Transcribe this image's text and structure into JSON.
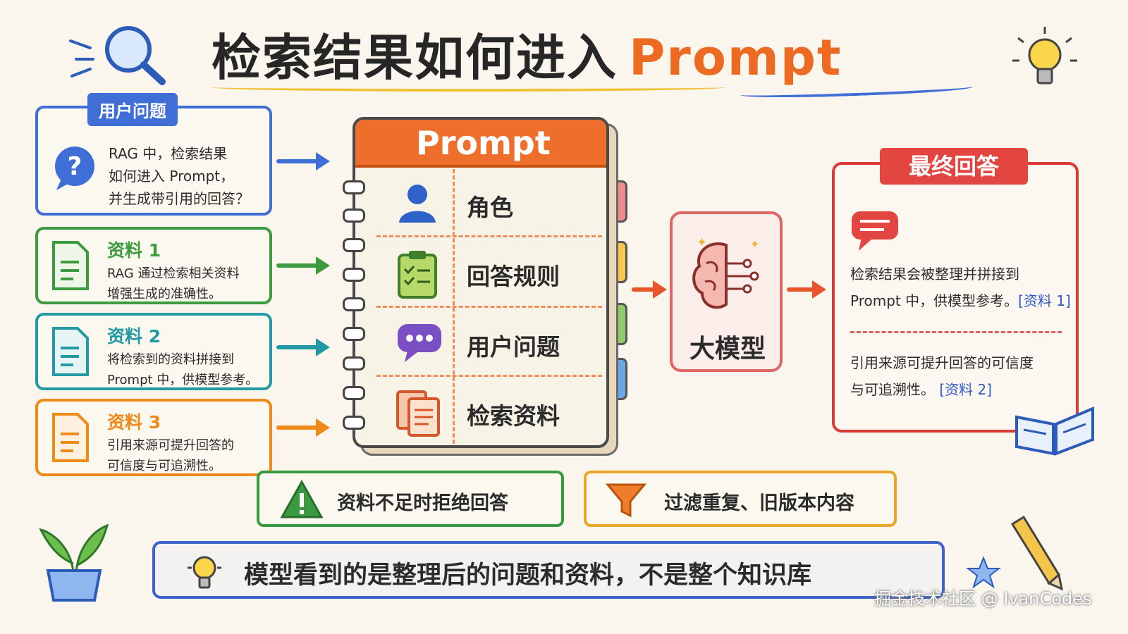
{
  "title": {
    "main": "检索结果如何进入",
    "accent": "Prompt"
  },
  "question_card": {
    "tag": "用户问题",
    "lines": [
      "RAG 中，检索结果",
      "如何进入 Prompt，",
      "并生成带引用的回答？"
    ],
    "color": "#3f6ed6"
  },
  "sources": [
    {
      "title": "资料 1",
      "lines": [
        "RAG 通过检索相关资料",
        "增强生成的准确性。"
      ],
      "color": "#3c9b3f"
    },
    {
      "title": "资料 2",
      "lines": [
        "将检索到的资料拼接到",
        "Prompt 中，供模型参考。"
      ],
      "color": "#239aa3"
    },
    {
      "title": "资料 3",
      "lines": [
        "引用来源可提升回答的",
        "可信度与可追溯性。"
      ],
      "color": "#ef8a1a"
    }
  ],
  "notebook": {
    "header": "Prompt",
    "items": [
      "角色",
      "回答规则",
      "用户问题",
      "检索资料"
    ],
    "icons": [
      "user-icon",
      "clipboard-checklist-icon",
      "chat-bubble-icon",
      "documents-icon"
    ]
  },
  "llm": {
    "label": "大模型",
    "icon": "brain-icon"
  },
  "answer": {
    "tag": "最终回答",
    "p1_line1": "检索结果会被整理并拼接到",
    "p1_line2": "Prompt 中，供模型参考。",
    "p1_ref": "[资料 1]",
    "p2_line1": "引用来源可提升回答的可信度",
    "p2_line2": "与可追溯性。",
    "p2_ref": "[资料 2]"
  },
  "tips": [
    {
      "text": "资料不足时拒绝回答",
      "icon": "warning-icon",
      "color": "#3a9a40"
    },
    {
      "text": "过滤重复、旧版本内容",
      "icon": "funnel-icon",
      "color": "#e8a72b"
    }
  ],
  "summary": {
    "text": "模型看到的是整理后的问题和资料，不是整个知识库",
    "icon": "lightbulb-icon"
  },
  "watermark": "掘金技术社区 @ IvanCodes",
  "colors": {
    "orange": "#ee6e2b",
    "blue": "#3f6ed6",
    "red": "#e34640",
    "background": "#faf6ee"
  }
}
